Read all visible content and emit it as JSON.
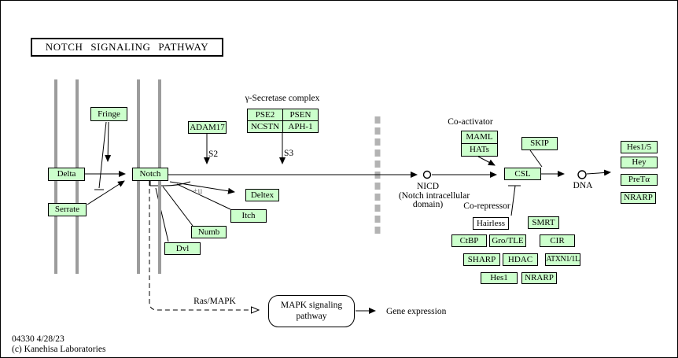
{
  "title": "NOTCH SIGNALING PATHWAY",
  "colors": {
    "gene_fill": "#ccffcc",
    "membrane_gray": "#9c9c9c",
    "divider_gray": "#b3b3b3",
    "line_black": "#000000"
  },
  "genes": {
    "fringe": "Fringe",
    "delta": "Delta",
    "serrate": "Serrate",
    "notch": "Notch",
    "adam17": "ADAM17",
    "pse2": "PSE2",
    "psen": "PSEN",
    "ncstn": "NCSTN",
    "aph1": "APH-1",
    "deltex": "Deltex",
    "itch": "Itch",
    "numb": "Numb",
    "dvl": "Dvl",
    "maml": "MAML",
    "hats": "HATs",
    "skip": "SKIP",
    "csl": "CSL",
    "hairless": "Hairless",
    "smrt": "SMRT",
    "ctbp": "CtBP",
    "grotle": "Gro/TLE",
    "cir": "CIR",
    "sharp": "SHARP",
    "hdac": "HDAC",
    "atxn": "ATXN1/1L",
    "hes1": "Hes1",
    "nrarp_b": "NRARP",
    "hes15": "Hes1/5",
    "hey": "Hey",
    "preta": "PreTα",
    "nrarp_r": "NRARP"
  },
  "labels": {
    "gamma_secretase": "γ-Secretase complex",
    "s2": "S2",
    "s3": "S3",
    "plus_u": "+u",
    "nicd": "NICD",
    "nicd_sub1": "(Notch intracellular",
    "nicd_sub2": "domain)",
    "coactivator": "Co-activator",
    "corepressor": "Co-repressor",
    "dna": "DNA",
    "ras_mapk": "Ras/MAPK",
    "mapk_line1": "MAPK signaling",
    "mapk_line2": "pathway",
    "gene_expression": "Gene expression",
    "map_id": "04330 4/28/23",
    "copyright": "(c) Kanehisa Laboratories"
  }
}
